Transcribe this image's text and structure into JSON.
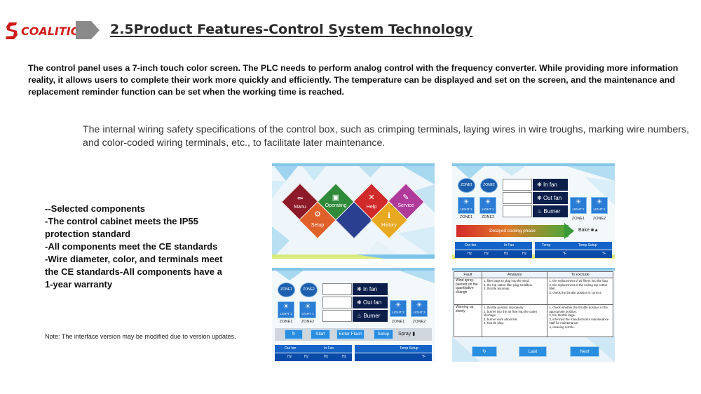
{
  "brand": {
    "name": "COALITION",
    "red": "#d11b1b",
    "arrow_gray": "#8a8a8a"
  },
  "title": "2.5Product Features-Control System Technology",
  "intro": "The control panel uses a 7-inch touch color screen. The PLC needs to perform analog control with the frequency converter. While providing more information reality, it allows users to complete their work more quickly and efficiently. The temperature can be displayed and set on the screen, and the maintenance and replacement reminder function can be set when the working time is reached.",
  "wiring": "The internal wiring safety specifications of the control box, such as crimping terminals, laying wires in wire troughs, marking wire numbers, and color-coded wiring terminals, etc., to facilitate later maintenance.",
  "bullets": [
    "--Selected components",
    "-The control cabinet meets the IP55",
    "protection standard",
    "-All components meet the CE standards",
    "-Wire diameter, color, and terminals meet",
    "the CE standards-All components have a",
    "1-year warranty"
  ],
  "note": "Note: The interface version may be modified due to version updates.",
  "menu_panel": {
    "items": [
      {
        "label": "Manu",
        "icon": "car-icon",
        "color": "#8c1a28"
      },
      {
        "label": "Operating",
        "icon": "book-icon",
        "color": "#2f8a3a"
      },
      {
        "label": "Help",
        "icon": "wrench-icon",
        "color": "#d02a2a"
      },
      {
        "label": "Service",
        "icon": "chat-icon",
        "color": "#b03a9a"
      },
      {
        "label": "Setup",
        "icon": "gear-icon",
        "color": "#e0602a"
      },
      {
        "label": "History",
        "icon": "info-icon",
        "color": "#e8a820"
      },
      {
        "label": "",
        "icon": "",
        "color": "#2a3f8f"
      }
    ]
  },
  "zones_panel": {
    "zone1": "ZONE1",
    "zone2": "ZONE2",
    "light1": "LIGHT 1",
    "light2": "LIGHT 2",
    "in_fan": "In fan",
    "out_fan": "Out fan",
    "burner": "Burner",
    "delay": "Delayed cooling phase",
    "bake": "Bake",
    "out_fan_h": "Out fan",
    "in_fan_h": "In Fan",
    "temp_h": "Temp",
    "temp_setup_h": "Temp Setup",
    "hz": "Hz",
    "deg_f": "°F"
  },
  "control_panel": {
    "start": "Start",
    "enter_flash": "Enter Flash",
    "setup": "Setup",
    "spray": "Spray"
  },
  "fault_panel": {
    "headers": [
      "Fault",
      "Analysis",
      "To exclude"
    ],
    "rows": [
      {
        "fault": "Wind spray-painted on the quantitative change",
        "analysis": "1, filter bags to plug into the wind.\n2, the top cotton filter plug smallbox.\n3, throttle anomaly.",
        "exclude": "1, the replacement of air filters into the bag.\n2, the replacement of the ceiling top cotton filter.\n3, check the throttle position is correct."
      },
      {
        "fault": "Warning up slowly",
        "analysis": "1, throttle position improperly.\n2, burner into the air flow into the outlet shortage.\n3, burner work abnormal.\n4, Nozzle plug.",
        "exclude": "1, check whether the throttle position in the appropriate position.\n2, the throttle large.\n3, informed the manufacturers maintenance staff for maintenance.\n4, cleaning nozzle."
      }
    ],
    "last": "Last",
    "next": "Next"
  }
}
